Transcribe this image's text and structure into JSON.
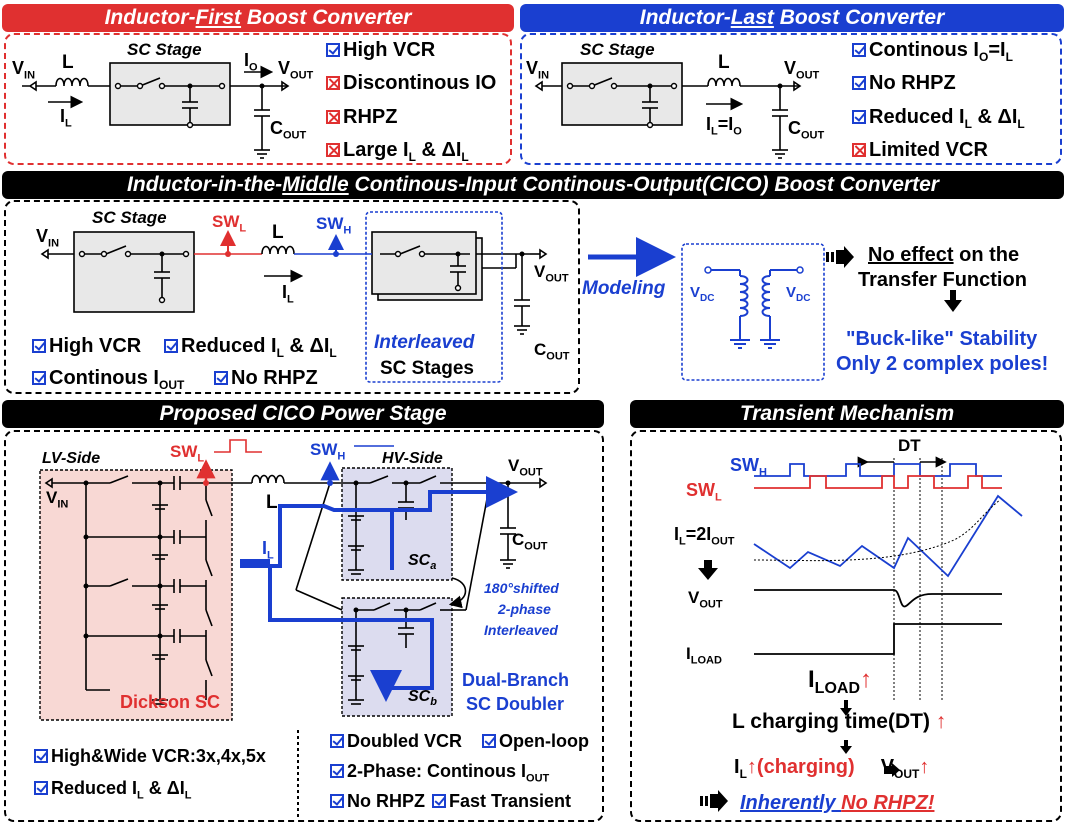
{
  "colors": {
    "red": "#e03030",
    "blue": "#1a3fd0",
    "black": "#000000",
    "light_red": "#f8d8d4",
    "light_blue": "#dcdcef"
  },
  "panel1": {
    "title_pre": "Inductor-",
    "title_em": "First",
    "title_post": " Boost Converter",
    "sc_stage": "SC Stage",
    "vin": "V",
    "vin_sub": "IN",
    "l": "L",
    "il": "I",
    "il_sub": "L",
    "io": "I",
    "io_sub": "O",
    "vout": "V",
    "vout_sub": "OUT",
    "cout": "C",
    "cout_sub": "OUT",
    "checks": [
      {
        "mark": "ok",
        "text": "High VCR"
      },
      {
        "mark": "no",
        "text": "Discontinous IO"
      },
      {
        "mark": "no",
        "text": "RHPZ"
      },
      {
        "mark": "no",
        "text": "Large I",
        "sub": "L",
        "text2": " & ΔI",
        "sub2": "L"
      }
    ]
  },
  "panel2": {
    "title_pre": "Inductor-",
    "title_em": "Last",
    "title_post": " Boost Converter",
    "sc_stage": "SC Stage",
    "vin": "V",
    "vin_sub": "IN",
    "l": "L",
    "vout": "V",
    "vout_sub": "OUT",
    "il_io": "I",
    "il_io_sub": "L",
    "il_io_eq": "=I",
    "il_io_sub2": "O",
    "cout": "C",
    "cout_sub": "OUT",
    "checks": [
      {
        "mark": "ok",
        "text": "Continous I",
        "sub": "O",
        "text2": "=I",
        "sub2": "L"
      },
      {
        "mark": "ok",
        "text": "No RHPZ"
      },
      {
        "mark": "ok",
        "text": "Reduced I",
        "sub": "L",
        "text2": " & ΔI",
        "sub2": "L"
      },
      {
        "mark": "no",
        "text": "Limited VCR"
      }
    ]
  },
  "panel3": {
    "title_pre": "Inductor-in-the-",
    "title_em": "Middle",
    "title_post": " Continous-Input Continous-Output(CICO) Boost Converter",
    "sc_stage": "SC Stage",
    "vin": "V",
    "vin_sub": "IN",
    "swl": "SW",
    "swl_sub": "L",
    "swh": "SW",
    "swh_sub": "H",
    "l": "L",
    "il": "I",
    "il_sub": "L",
    "vout": "V",
    "vout_sub": "OUT",
    "cout": "C",
    "cout_sub": "OUT",
    "interleaved_1": "Interleaved",
    "interleaved_2": "SC Stages",
    "modeling": "Modeling",
    "vdc": "V",
    "vdc_sub": "DC",
    "no_effect_u": "No effect",
    "no_effect_rest": " on the",
    "transfer": "Transfer Function",
    "stability_1": "\"Buck-like\" Stability",
    "stability_2": "Only 2 complex poles!",
    "checks": [
      {
        "mark": "ok",
        "text": "High VCR"
      },
      {
        "mark": "ok",
        "text": "Reduced I",
        "sub": "L",
        "text2": " & ΔI",
        "sub2": "L"
      },
      {
        "mark": "ok",
        "text": "Continous I",
        "sub": "OUT"
      },
      {
        "mark": "ok",
        "text": "No RHPZ"
      }
    ]
  },
  "panel4": {
    "title": "Proposed CICO Power Stage",
    "lv_side": "LV-Side",
    "hv_side": "HV-Side",
    "swl": "SW",
    "swl_sub": "L",
    "swh": "SW",
    "swh_sub": "H",
    "vin": "V",
    "vin_sub": "IN",
    "l": "L",
    "il": "I",
    "il_sub": "L",
    "vout": "V",
    "vout_sub": "OUT",
    "cout": "C",
    "cout_sub": "OUT",
    "sca": "SC",
    "sca_sub": "a",
    "scb": "SC",
    "scb_sub": "b",
    "shift_1": "180°shifted",
    "shift_2": "2-phase",
    "shift_3": "Interleaved",
    "dickson": "Dickson SC",
    "dual_1": "Dual-Branch",
    "dual_2": "SC Doubler",
    "checks_left": [
      {
        "mark": "ok",
        "text": "High&Wide VCR:3x,4x,5x"
      },
      {
        "mark": "ok",
        "text": "Reduced I",
        "sub": "L",
        "text2": " & ΔI",
        "sub2": "L"
      }
    ],
    "checks_right": [
      {
        "mark": "ok",
        "text": "Doubled VCR"
      },
      {
        "mark": "ok",
        "text": "Open-loop"
      },
      {
        "mark": "ok",
        "text": "2-Phase: Continous I",
        "sub": "OUT"
      },
      {
        "mark": "ok",
        "text": "No RHPZ"
      },
      {
        "mark": "ok",
        "text": "Fast Transient"
      }
    ]
  },
  "panel5": {
    "title": "Transient Mechanism",
    "dt": "DT",
    "swh": "SW",
    "swh_sub": "H",
    "swl": "SW",
    "swl_sub": "L",
    "il": "I",
    "il_sub": "L",
    "il_eq": "=2I",
    "il_sub2": "OUT",
    "vout": "V",
    "vout_sub": "OUT",
    "iload": "I",
    "iload_sub": "LOAD",
    "charging_time": "L charging time(DT)",
    "il_charging": "(charging)",
    "no_rhpz_1": "Inherently ",
    "no_rhpz_2": "No RHPZ!"
  }
}
